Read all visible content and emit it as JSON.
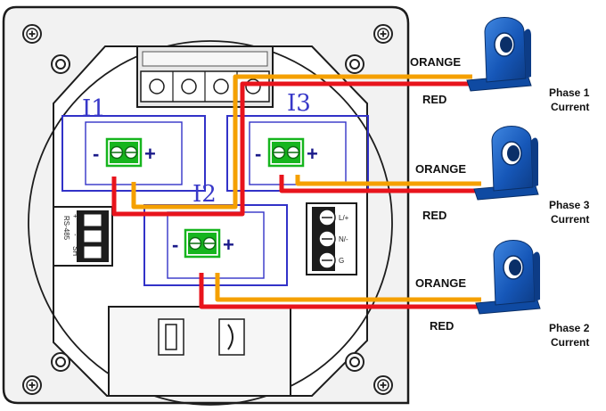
{
  "zones": {
    "i1": "I1",
    "i2": "I2",
    "i3": "I3"
  },
  "terminal_signs": {
    "minus": "-",
    "plus": "+"
  },
  "left_connector_text": "RS-485",
  "left_connector_pins": [
    "+",
    "-",
    "SH"
  ],
  "right_connector_pins": [
    "L/+",
    "N/-",
    "G"
  ],
  "wires": {
    "orange_label": "ORANGE",
    "red_label": "RED",
    "orange_color": "#f5a000",
    "red_color": "#e8141c"
  },
  "sensors": [
    {
      "line1": "Phase 1",
      "line2": "Current"
    },
    {
      "line1": "Phase 3",
      "line2": "Current"
    },
    {
      "line1": "Phase 2",
      "line2": "Current"
    }
  ],
  "colors": {
    "zone_outline": "#3232c8",
    "terminal_green": "#16b51e",
    "sensor_blue": "#1657b8"
  }
}
